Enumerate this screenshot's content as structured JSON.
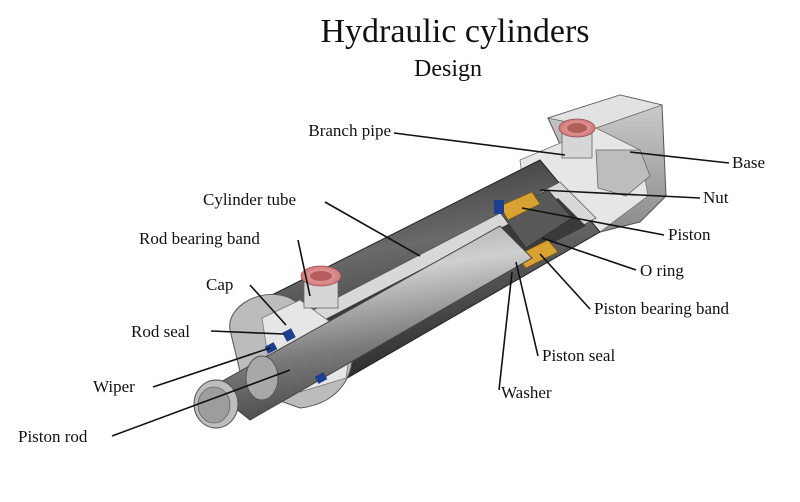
{
  "title": "Hydraulic cylinders",
  "subtitle": "Design",
  "labels": {
    "branch_pipe": "Branch pipe",
    "base": "Base",
    "nut": "Nut",
    "cylinder_tube": "Cylinder tube",
    "piston": "Piston",
    "rod_bearing_band": "Rod bearing band",
    "o_ring": "O ring",
    "cap": "Cap",
    "piston_bearing_band": "Piston bearing band",
    "rod_seal": "Rod seal",
    "piston_seal": "Piston seal",
    "wiper": "Wiper",
    "washer": "Washer",
    "piston_rod": "Piston rod"
  },
  "colors": {
    "metal_dark": "#3c3c3c",
    "metal_mid": "#8c8c8c",
    "metal_light": "#cfcfcf",
    "cut_face": "#e6e6e6",
    "bronze": "#d9a334",
    "seal_blue": "#1d3f8f",
    "port_pink": "#e58e8e"
  }
}
